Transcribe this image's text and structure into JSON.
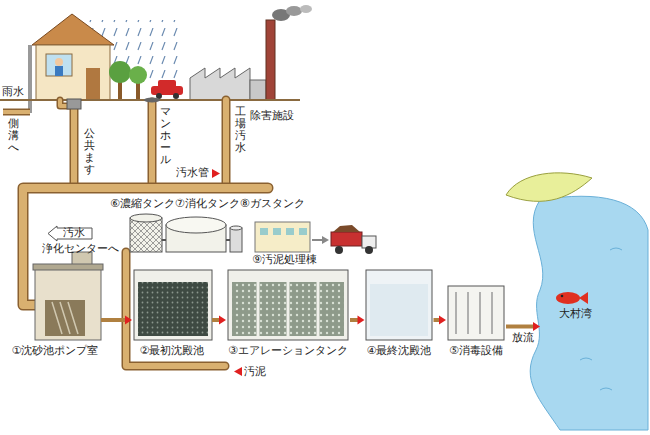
{
  "diagram": {
    "nodes": [
      {
        "text": [
          "汚水"
        ]
      },
      {
        "text": [
          "①沈砂池ポンプ室"
        ]
      },
      {
        "text": [
          "②最初沈殿池"
        ]
      },
      {
        "text": [
          "③エアレーションタンク"
        ]
      },
      {
        "text": [
          "④最終沈殿池"
        ]
      },
      {
        "text": [
          "⑤消毒設備"
        ]
      },
      {
        "text": [
          "大村湾"
        ]
      }
    ],
    "edges": [
      {
        "from": 1,
        "to": 2,
        "arrow": "to"
      },
      {
        "from": 2,
        "to": 3,
        "arrow": "to"
      },
      {
        "from": 3,
        "to": 4,
        "arrow": "to"
      },
      {
        "from": 4,
        "to": 5,
        "arrow": "to"
      },
      {
        "from": 5,
        "to": 6,
        "label": "放流",
        "arrow": "to"
      }
    ],
    "labels": [
      "雨水",
      "側溝へ",
      "公共ます",
      "マンホール",
      "工場汚水",
      "除害施設",
      "汚水管",
      "⑥濃縮タンク⑦消化タンク⑧ガスタンク",
      "浄化センターへ",
      "⑨汚泥処理棟",
      "汚泥"
    ]
  }
}
